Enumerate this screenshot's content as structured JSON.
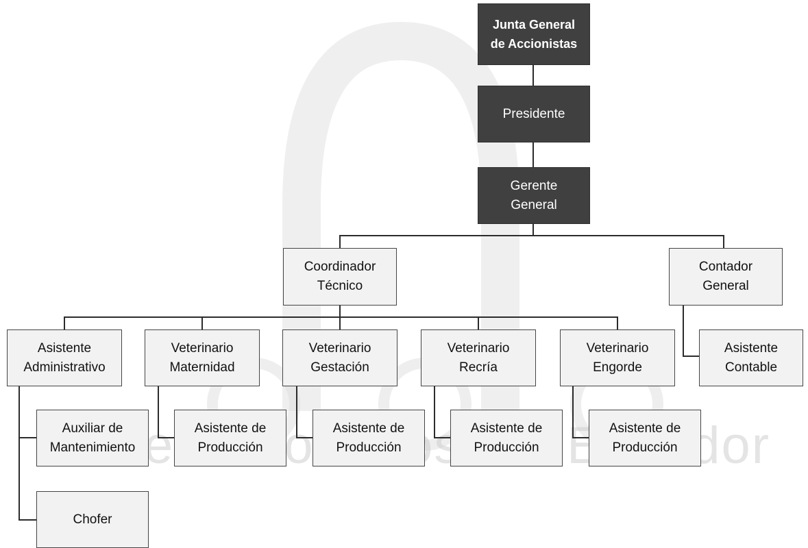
{
  "watermark": {
    "text": "Núcleos Porcinos del Ecuador",
    "color": "#cfcfcf"
  },
  "org_chart": {
    "top": {
      "shareholders": "Junta General\nde Accionistas",
      "president": "Presidente",
      "general_manager": "Gerente\nGeneral"
    },
    "technical_coordinator": "Coordinador\nTécnico",
    "general_accountant": "Contador\nGeneral",
    "accounting_assistant": "Asistente\nContable",
    "administrative_assistant": "Asistente\nAdministrativo",
    "maintenance_assistant": "Auxiliar de\nMantenimiento",
    "driver": "Chofer",
    "veterinarians": [
      {
        "title": "Veterinario\nMaternidad",
        "assistant": "Asistente de\nProducción"
      },
      {
        "title": "Veterinario\nGestación",
        "assistant": "Asistente de\nProducción"
      },
      {
        "title": "Veterinario\nRecría",
        "assistant": "Asistente de\nProducción"
      },
      {
        "title": "Veterinario\nEngorde",
        "assistant": "Asistente de\nProducción"
      }
    ]
  },
  "colors": {
    "dark_box": "#404040",
    "light_box": "#f2f2f2",
    "connector": "#2b2b2b"
  }
}
